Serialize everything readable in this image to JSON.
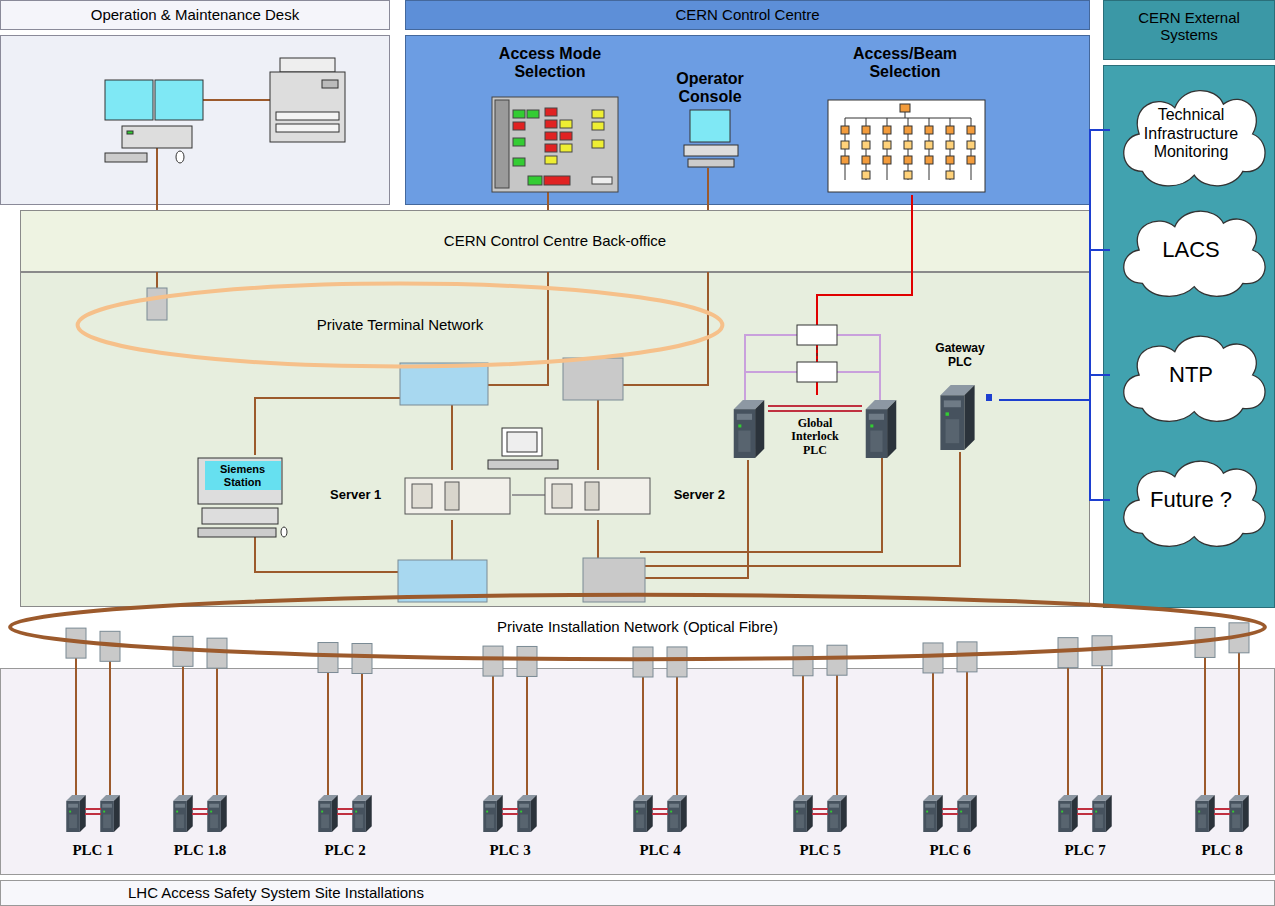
{
  "diagram": {
    "nodes": [
      {
        "text": [
          "Operation & Maintenance Desk"
        ]
      },
      {
        "text": [
          "CERN Control Centre"
        ]
      },
      {
        "text": [
          "Access Mode Selection"
        ],
        "in": 1
      },
      {
        "text": [
          "Operator Console"
        ],
        "in": 1
      },
      {
        "text": [
          "Access/Beam Selection"
        ],
        "in": 1
      },
      {
        "text": [
          "CERN External Systems"
        ]
      },
      {
        "text": [
          "Technical Infrastructure Monitoring"
        ],
        "in": 5
      },
      {
        "text": [
          "LACS"
        ],
        "in": 5
      },
      {
        "text": [
          "NTP"
        ],
        "in": 5
      },
      {
        "text": [
          "Future ?"
        ],
        "in": 5
      },
      {
        "text": [
          "CERN Control Centre Back-office"
        ]
      },
      {
        "text": [
          "Private Terminal Network"
        ]
      },
      {
        "text": [
          "Siemens Station"
        ]
      },
      {
        "text": [
          "Server 1"
        ]
      },
      {
        "text": [
          "Server 2"
        ]
      },
      {
        "text": [
          "Global Interlock PLC"
        ]
      },
      {
        "text": [
          "Gateway PLC"
        ]
      },
      {
        "text": [
          "Private Installation Network (Optical Fibre)"
        ]
      },
      {
        "text": [
          "LHC Access Safety System Site Installations"
        ]
      },
      {
        "text": [
          "PLC 1"
        ],
        "in": 18
      },
      {
        "text": [
          "PLC 1.8"
        ],
        "in": 18
      },
      {
        "text": [
          "PLC 2"
        ],
        "in": 18
      },
      {
        "text": [
          "PLC 3"
        ],
        "in": 18
      },
      {
        "text": [
          "PLC 4"
        ],
        "in": 18
      },
      {
        "text": [
          "PLC 5"
        ],
        "in": 18
      },
      {
        "text": [
          "PLC 6"
        ],
        "in": 18
      },
      {
        "text": [
          "PLC 7"
        ],
        "in": 18
      },
      {
        "text": [
          "PLC 8"
        ],
        "in": 18
      }
    ],
    "edges": [
      {
        "from": 0,
        "to": 10,
        "arrow": "none"
      },
      {
        "from": 2,
        "to": 10,
        "arrow": "none"
      },
      {
        "from": 3,
        "to": 10,
        "arrow": "none"
      },
      {
        "from": 10,
        "to": 11,
        "arrow": "none"
      },
      {
        "from": 10,
        "to": 11,
        "arrow": "none"
      },
      {
        "from": 10,
        "to": 11,
        "arrow": "none"
      },
      {
        "from": 4,
        "to": 15,
        "arrow": "none"
      },
      {
        "from": 12,
        "to": 11,
        "arrow": "none"
      },
      {
        "from": 12,
        "to": 17,
        "arrow": "none"
      },
      {
        "from": 13,
        "to": 11,
        "arrow": "none"
      },
      {
        "from": 13,
        "to": 17,
        "arrow": "none"
      },
      {
        "from": 13,
        "to": 14,
        "arrow": "none"
      },
      {
        "from": 14,
        "to": 11,
        "arrow": "none"
      },
      {
        "from": 14,
        "to": 17,
        "arrow": "none"
      },
      {
        "from": 15,
        "to": 17,
        "arrow": "none"
      },
      {
        "from": 16,
        "to": 17,
        "arrow": "none"
      },
      {
        "from": 16,
        "to": 6,
        "arrow": "none"
      },
      {
        "from": 16,
        "to": 7,
        "arrow": "none"
      },
      {
        "from": 16,
        "to": 8,
        "arrow": "none"
      },
      {
        "from": 16,
        "to": 9,
        "arrow": "none"
      },
      {
        "from": 17,
        "to": 19,
        "arrow": "none"
      },
      {
        "from": 17,
        "to": 20,
        "arrow": "none"
      },
      {
        "from": 17,
        "to": 21,
        "arrow": "none"
      },
      {
        "from": 17,
        "to": 22,
        "arrow": "none"
      },
      {
        "from": 17,
        "to": 23,
        "arrow": "none"
      },
      {
        "from": 17,
        "to": 24,
        "arrow": "none"
      },
      {
        "from": 17,
        "to": 25,
        "arrow": "none"
      },
      {
        "from": 17,
        "to": 26,
        "arrow": "none"
      },
      {
        "from": 17,
        "to": 27,
        "arrow": "none"
      }
    ]
  }
}
